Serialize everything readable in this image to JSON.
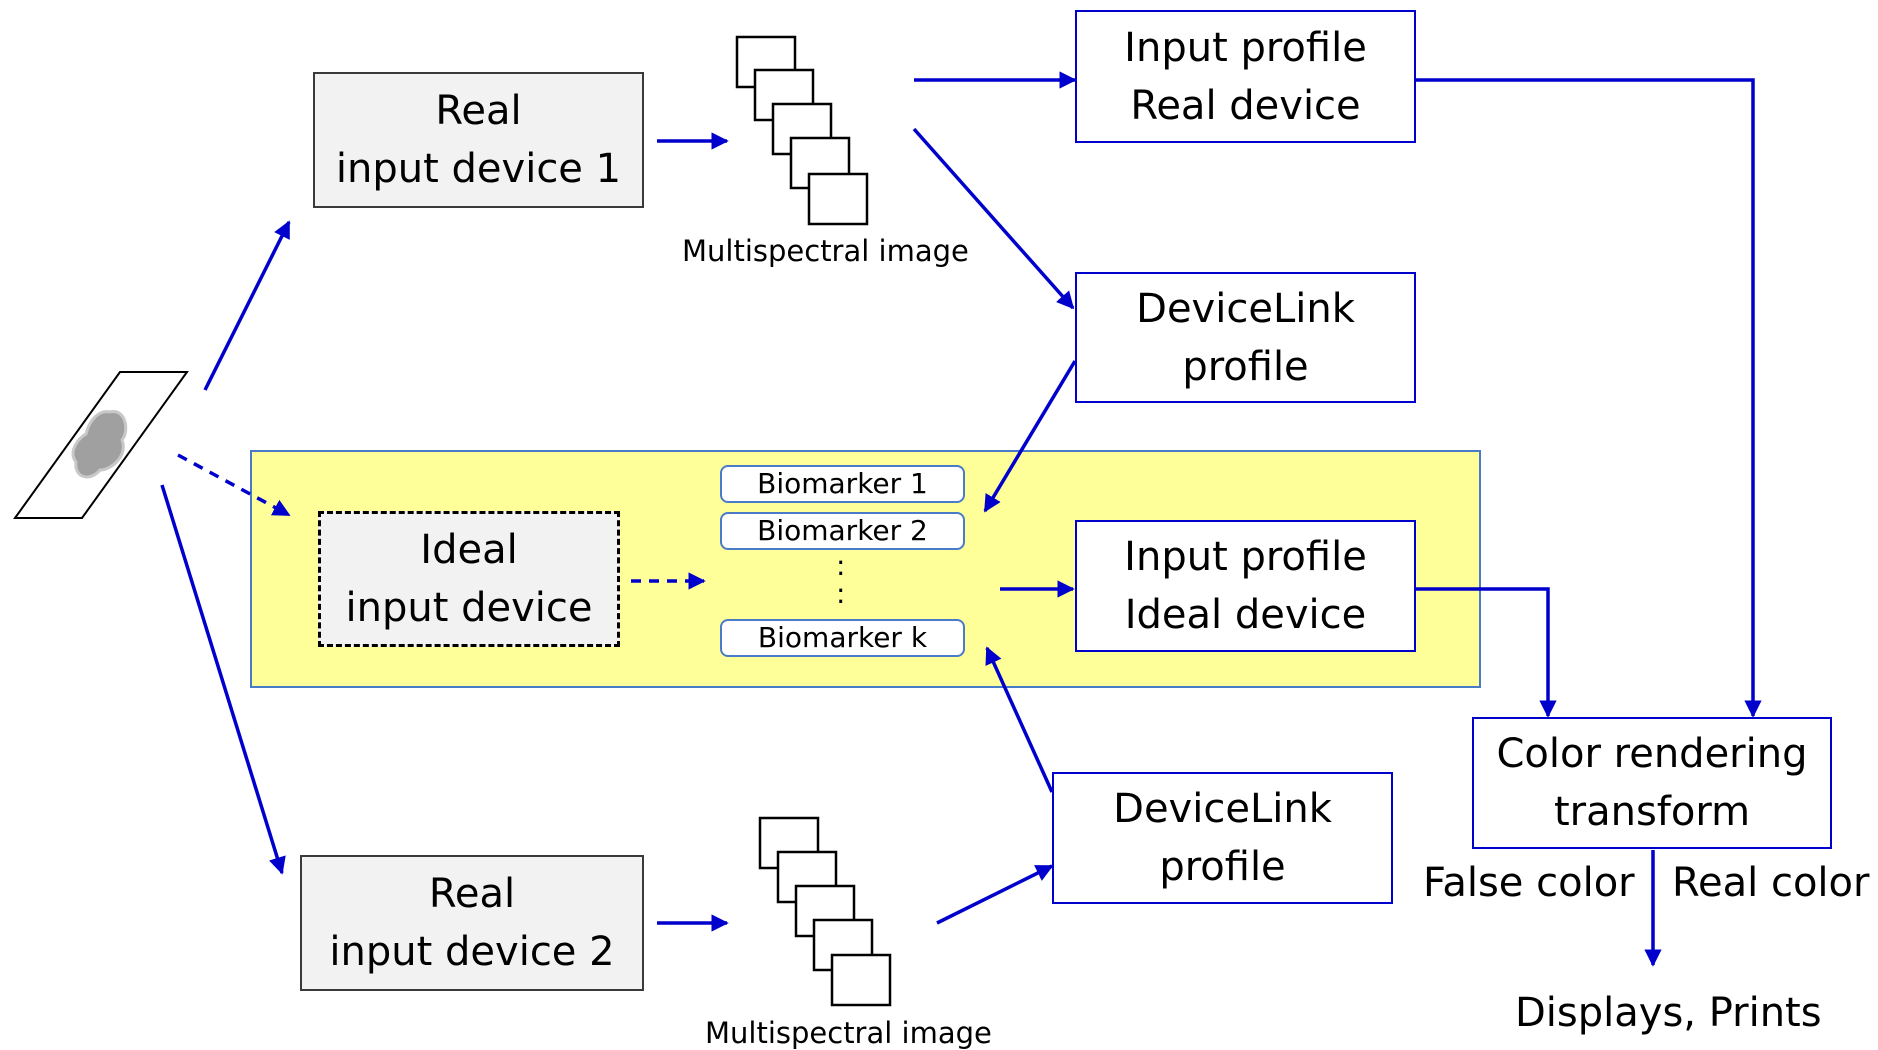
{
  "nodes": {
    "real_device_1": [
      "Real",
      "input device 1"
    ],
    "real_device_2": [
      "Real",
      "input device 2"
    ],
    "ideal_device": [
      "Ideal",
      "input device"
    ],
    "input_profile_real": [
      "Input profile",
      "Real device"
    ],
    "input_profile_ideal": [
      "Input profile",
      "Ideal device"
    ],
    "devicelink_top": [
      "DeviceLink",
      "profile"
    ],
    "devicelink_bottom": [
      "DeviceLink",
      "profile"
    ],
    "color_rendering": [
      "Color rendering",
      "transform"
    ]
  },
  "biomarkers": [
    "Biomarker 1",
    "Biomarker 2",
    "Biomarker k"
  ],
  "biomarker_ellipsis": ":",
  "labels": {
    "multispectral_top": "Multispectral image",
    "multispectral_bottom": "Multispectral image",
    "false_color": "False color",
    "real_color": "Real color",
    "outputs": "Displays, Prints"
  },
  "colors": {
    "arrow": "#0000cc",
    "panel_fill": "#ffff99",
    "box_fill_grey": "#f2f2f2",
    "sample": "#999999"
  }
}
